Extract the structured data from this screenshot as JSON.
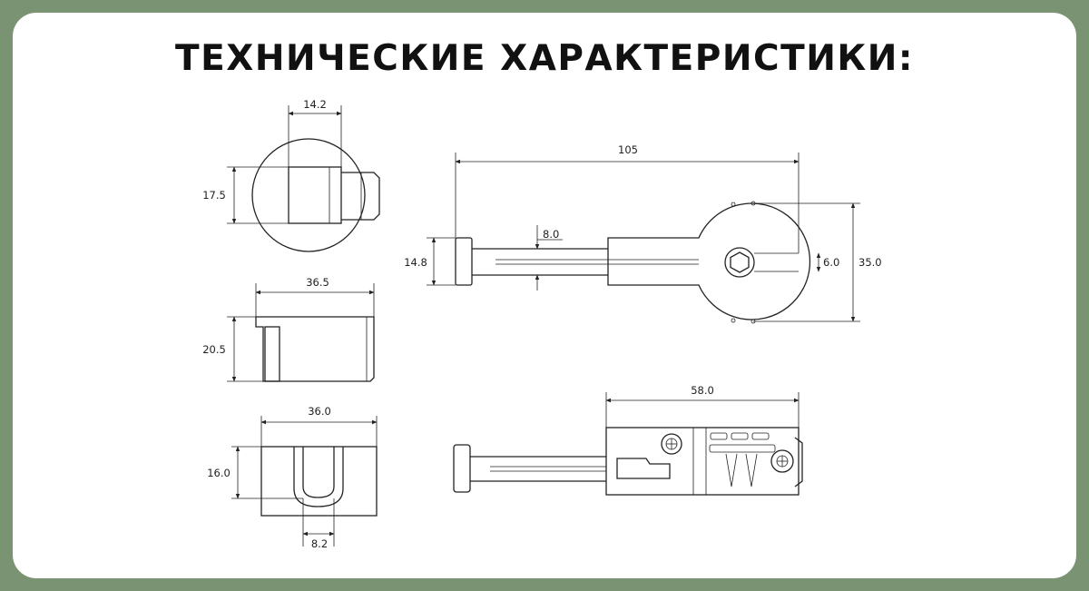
{
  "title": "ТЕХНИЧЕСКИЕ ХАРАКТЕРИСТИКИ:",
  "colors": {
    "background": "#7a9473",
    "card": "#ffffff",
    "line": "#222222"
  },
  "dimensions": {
    "d_14_2": "14.2",
    "d_17_5": "17.5",
    "d_36_5": "36.5",
    "d_20_5": "20.5",
    "d_36_0": "36.0",
    "d_16_0": "16.0",
    "d_8_2": "8.2",
    "d_105": "105",
    "d_8_0": "8.0",
    "d_14_8": "14.8",
    "d_6_0": "6.0",
    "d_35_0": "35.0",
    "d_58_0": "58.0"
  }
}
